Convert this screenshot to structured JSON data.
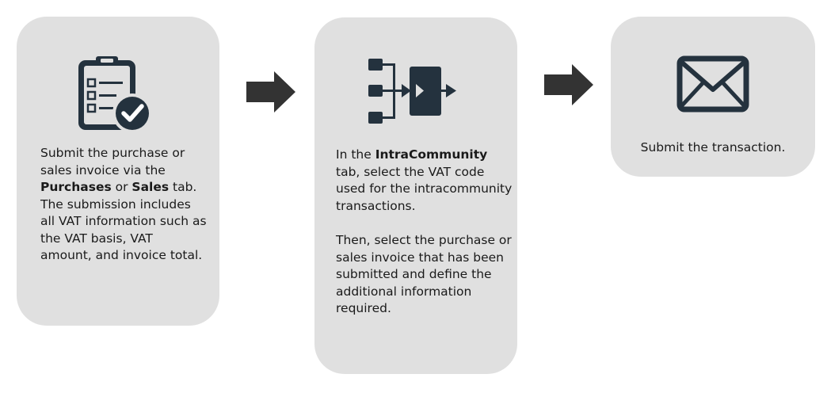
{
  "colors": {
    "box_fill": "#e0e0e0",
    "icon": "#24323e",
    "arrow": "#333333"
  },
  "steps": [
    {
      "icon": "checklist-checkmark-icon",
      "text": {
        "t1": "Submit the purchase or sales invoice via the ",
        "b1": "Purchases",
        "t2": " or ",
        "b2": "Sales",
        "t3": " tab. The submission includes all VAT information such as the VAT basis, VAT amount, and invoice total."
      }
    },
    {
      "icon": "flow-merge-icon",
      "text": {
        "p1_t1": "In the ",
        "p1_b1": "IntraCommunity",
        "p1_t2": " tab, select the VAT code used for the intracommunity transactions.",
        "p2": "Then, select the purchase or sales invoice that has been submitted and define the additional information required."
      }
    },
    {
      "icon": "envelope-icon",
      "text": {
        "p1": "Submit the transaction."
      }
    }
  ]
}
